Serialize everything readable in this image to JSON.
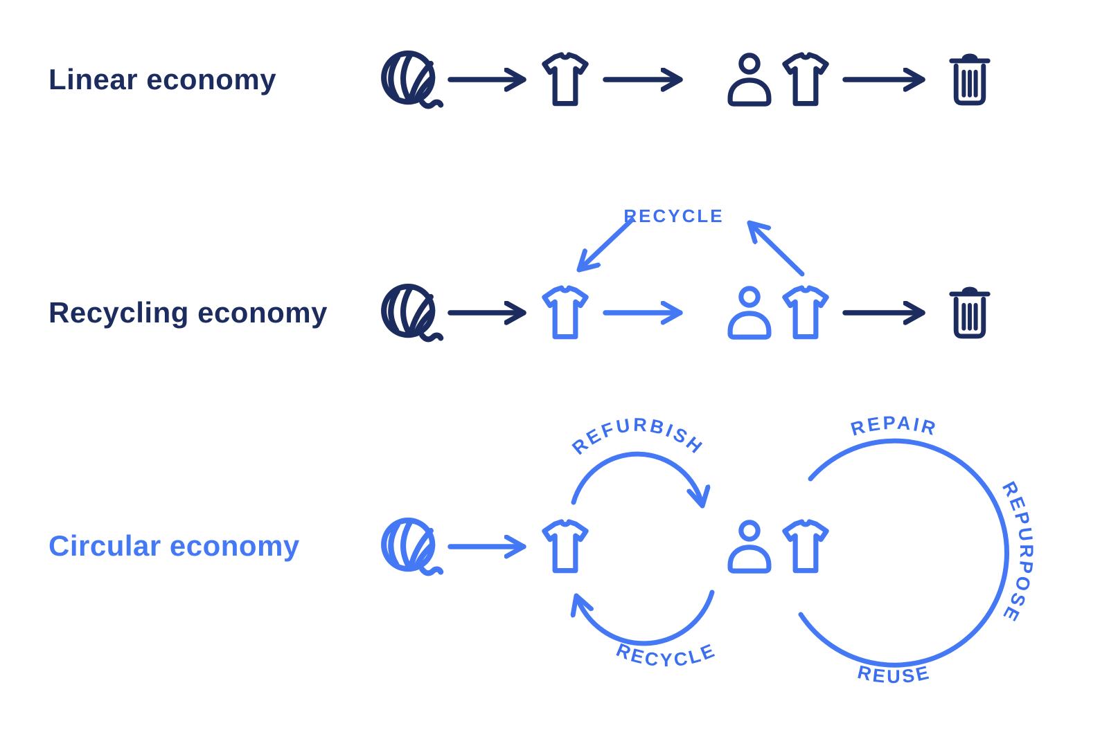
{
  "colors": {
    "navy": "#1c2c5e",
    "blue": "#4478f4",
    "labelBlue": "#3c6ff0"
  },
  "sections": {
    "linear": {
      "title": "Linear economy"
    },
    "recycling": {
      "title": "Recycling economy",
      "recycle": "RECYCLE"
    },
    "circular": {
      "title": "Circular economy",
      "refurbish": "REFURBISH",
      "recycle": "RECYCLE",
      "repair": "REPAIR",
      "repurpose": "REPURPOSE",
      "reuse": "REUSE"
    }
  }
}
